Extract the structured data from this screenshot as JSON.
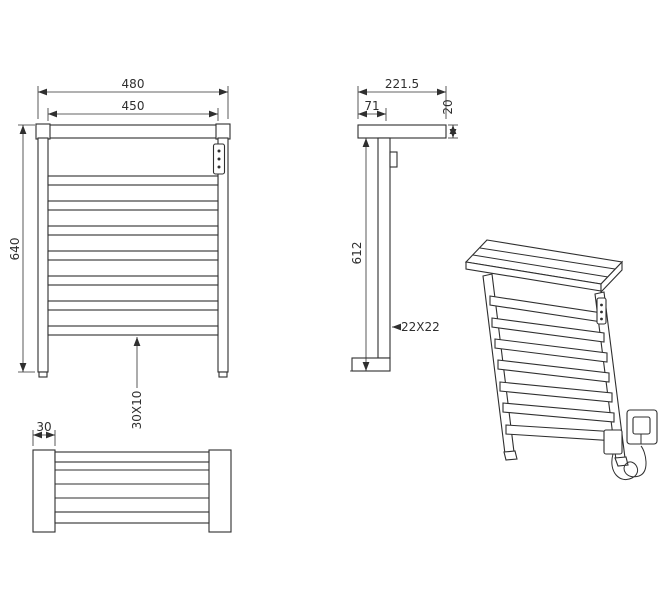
{
  "drawing": {
    "front_view": {
      "dim_outer_width": "480",
      "dim_inner_width": "450",
      "dim_height": "640",
      "dim_rung_section": "30X10"
    },
    "side_view": {
      "dim_depth": "221.5",
      "dim_top_offset": "71",
      "dim_shelf_height": "20",
      "dim_rail_height": "612",
      "dim_tube_section": "22X22"
    },
    "bottom_view": {
      "dim_cap_width": "30"
    },
    "colors": {
      "line": "#2f2f2f",
      "background": "#ffffff"
    }
  }
}
